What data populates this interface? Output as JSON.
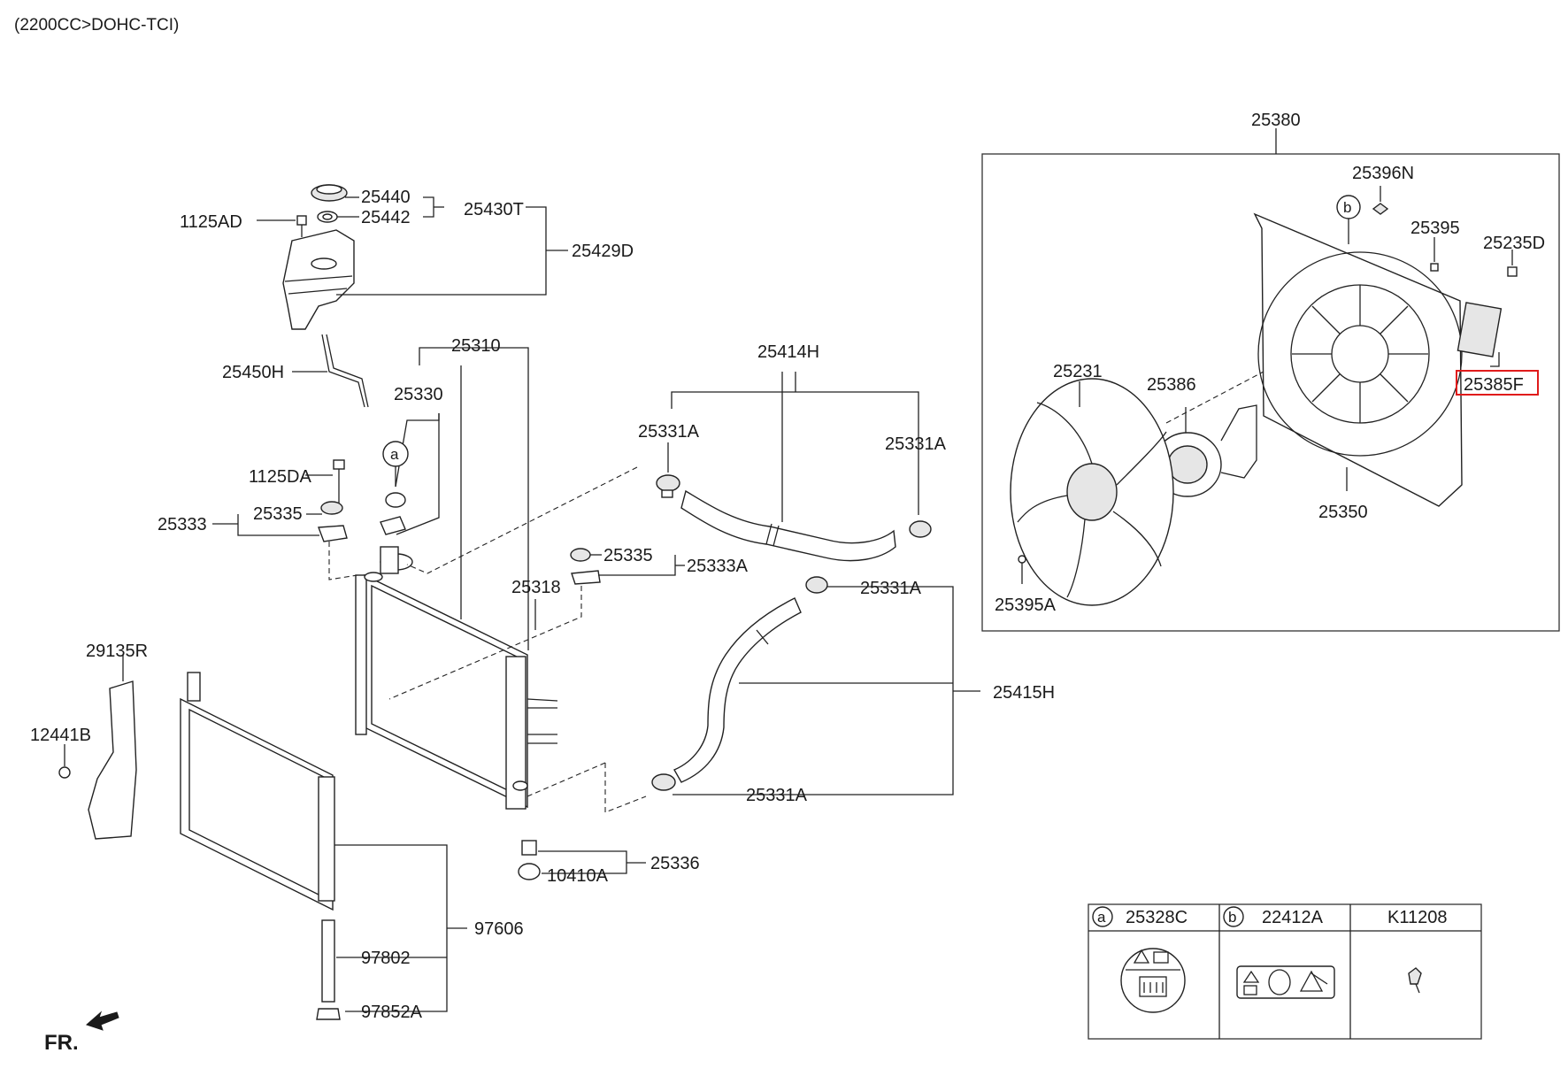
{
  "header": {
    "engine_note": "(2200CC>DOHC-TCI)"
  },
  "orientation": {
    "front_label": "FR."
  },
  "parts": {
    "p25440": "25440",
    "p25442": "25442",
    "p25430T": "25430T",
    "p25429D": "25429D",
    "p1125AD": "1125AD",
    "p25450H": "25450H",
    "p25310": "25310",
    "p25330": "25330",
    "p1125DA": "1125DA",
    "p25335_left": "25335",
    "p25333": "25333",
    "p25414H": "25414H",
    "p25331A_upper_left": "25331A",
    "p25331A_upper_right": "25331A",
    "p25335_mid": "25335",
    "p25333A": "25333A",
    "p25318": "25318",
    "p25331A_lower_top": "25331A",
    "p25415H": "25415H",
    "p25331A_lower_bottom": "25331A",
    "p29135R": "29135R",
    "p12441B": "12441B",
    "p25336": "25336",
    "p10410A": "10410A",
    "p97606": "97606",
    "p97802": "97802",
    "p97852A": "97852A",
    "p25380": "25380",
    "p25396N": "25396N",
    "p25395": "25395",
    "p25235D": "25235D",
    "p25231": "25231",
    "p25386": "25386",
    "p25385F": "25385F",
    "p25350": "25350",
    "p25395A": "25395A"
  },
  "callouts": {
    "a": "a",
    "b": "b"
  },
  "legend_table": {
    "col_a": {
      "mark": "a",
      "part": "25328C"
    },
    "col_b": {
      "mark": "b",
      "part": "22412A"
    },
    "col_c": {
      "part": "K11208"
    }
  },
  "highlight": {
    "part": "25385F",
    "color": "#e01b1b"
  },
  "colors": {
    "line": "#222222",
    "highlight": "#e01b1b",
    "background": "#ffffff"
  }
}
